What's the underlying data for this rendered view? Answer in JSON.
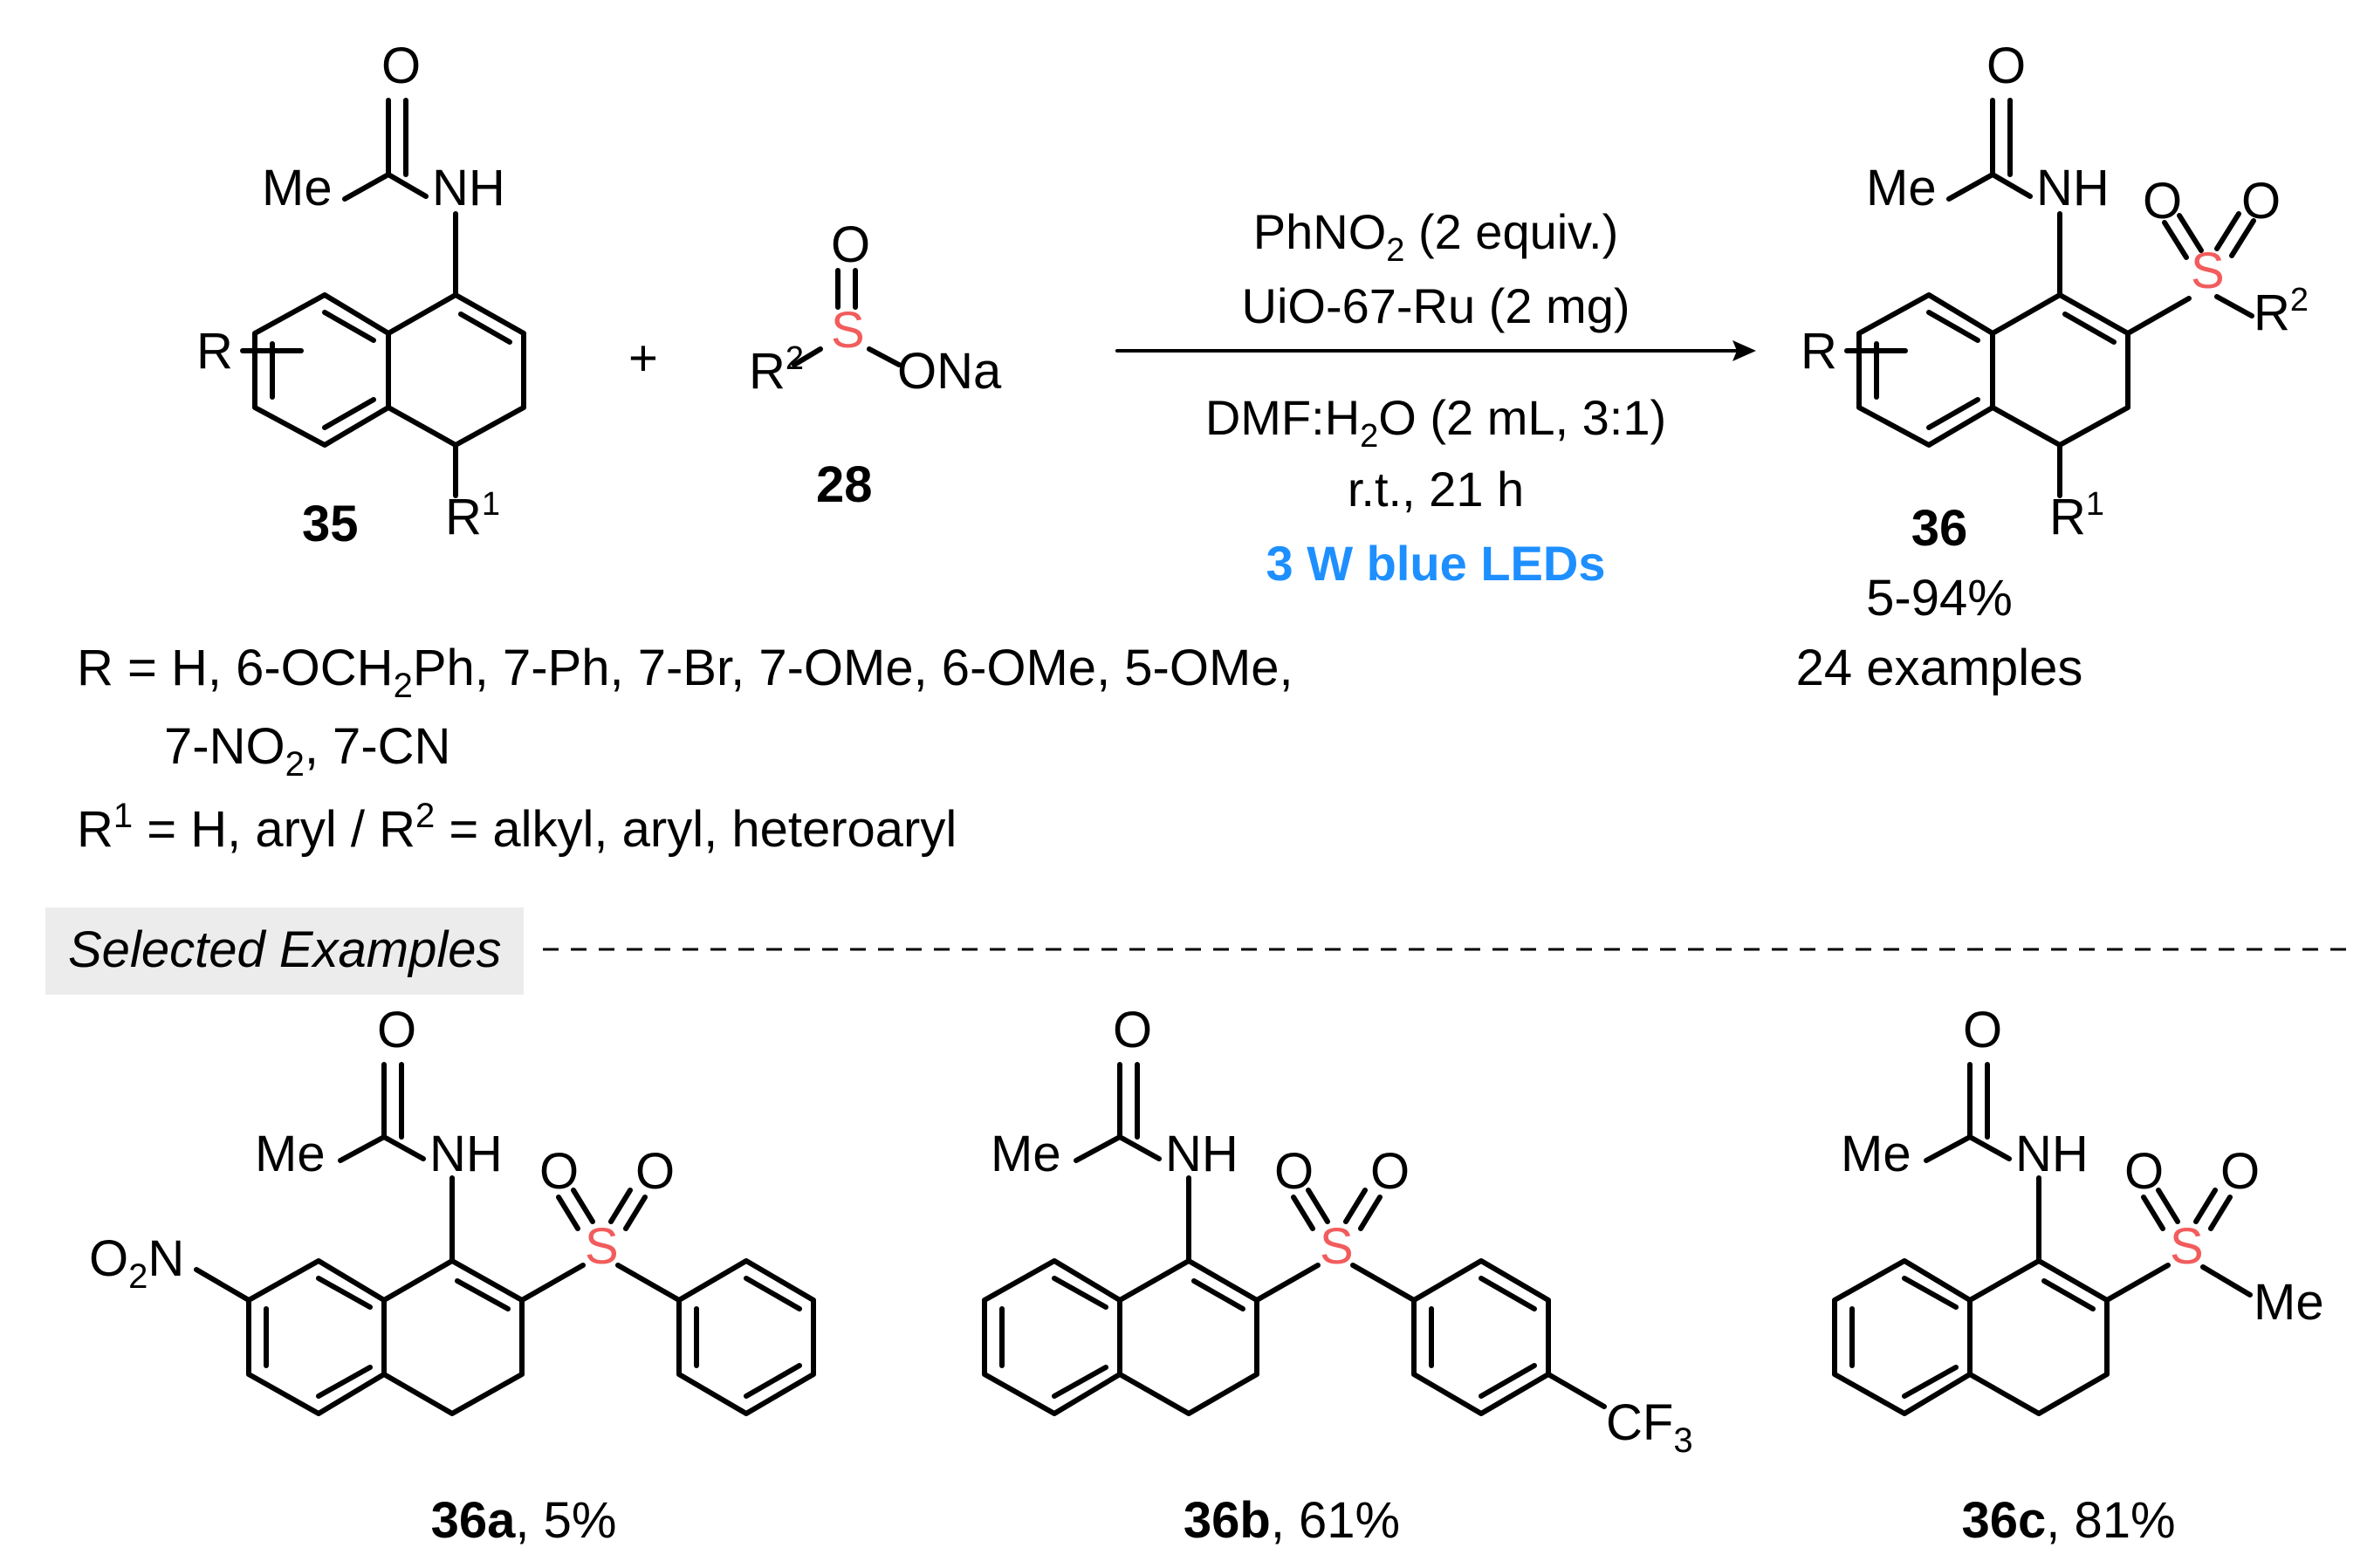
{
  "colors": {
    "sulfur": "#f25c5c",
    "light_highlight": "#1e8fff",
    "banner_bg": "#ececec",
    "bond": "#000000"
  },
  "compounds": {
    "sm_35": {
      "label": "35",
      "atoms": {
        "O": "O",
        "Me": "Me",
        "NH": "NH",
        "R": "R",
        "R1": "R",
        "R1_sup": "1"
      }
    },
    "sm_28": {
      "label": "28",
      "atoms": {
        "O": "O",
        "S": "S",
        "R2": "R",
        "R2_sup": "2",
        "ONa": "ONa"
      }
    },
    "product_36": {
      "label": "36",
      "yield_range": "5-94%",
      "examples": "24 examples",
      "atoms": {
        "O": "O",
        "Me": "Me",
        "NH": "NH",
        "SO_O1": "O",
        "SO_O2": "O",
        "S": "S",
        "R2": "R",
        "R2_sup": "2",
        "R": "R",
        "R1": "R",
        "R1_sup": "1"
      }
    }
  },
  "plus_sign": "+",
  "conditions": {
    "line1_a": "PhNO",
    "line1_sub": "2",
    "line1_b": " (2 equiv.)",
    "line2": "UiO-67-Ru (2 mg)",
    "line3_a": "DMF:H",
    "line3_sub": "2",
    "line3_b": "O (2 mL, 3:1)",
    "line4": "r.t., 21 h",
    "light": "3 W blue LEDs"
  },
  "substituents": {
    "r_line1_a": "R = H, 6-OCH",
    "r_line1_sub": "2",
    "r_line1_b": "Ph, 7-Ph, 7-Br, 7-OMe, 6-OMe, 5-OMe,",
    "r_line2_a": "7-NO",
    "r_line2_sub": "2",
    "r_line2_b": ", 7-CN",
    "r12_a": "R",
    "r12_sup1": "1",
    "r12_b": " = H, aryl / R",
    "r12_sup2": "2",
    "r12_c": " = alkyl, aryl, heteroaryl"
  },
  "section_title": "Selected Examples",
  "examples": [
    {
      "id": "36a",
      "yield": ", 5%",
      "atoms": {
        "O": "O",
        "Me": "Me",
        "NH": "NH",
        "S": "S",
        "SO_O1": "O",
        "SO_O2": "O",
        "sub_a": "O",
        "sub_sub": "2",
        "sub_b": "N"
      }
    },
    {
      "id": "36b",
      "yield": ", 61%",
      "atoms": {
        "O": "O",
        "Me": "Me",
        "NH": "NH",
        "S": "S",
        "SO_O1": "O",
        "SO_O2": "O",
        "sub_a": "CF",
        "sub_sub": "3"
      }
    },
    {
      "id": "36c",
      "yield": ", 81%",
      "atoms": {
        "O": "O",
        "Me": "Me",
        "NH": "NH",
        "S": "S",
        "SO_O1": "O",
        "SO_O2": "O",
        "sub_a": "Me"
      }
    }
  ]
}
